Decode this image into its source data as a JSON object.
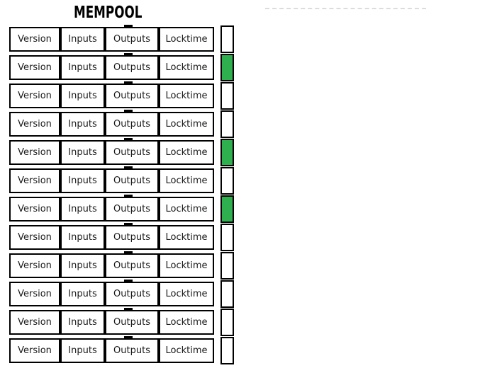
{
  "title": "MEMPOOL",
  "colors": {
    "border": "#000000",
    "text": "#1a1a1a",
    "status_green": "#2eb04e",
    "status_white": "#ffffff",
    "dashed_line": "#dcdcdc"
  },
  "mempool": {
    "field_labels": [
      "Version",
      "Inputs",
      "Outputs",
      "Locktime"
    ],
    "transactions": [
      {
        "status": "white"
      },
      {
        "status": "green"
      },
      {
        "status": "white"
      },
      {
        "status": "white"
      },
      {
        "status": "green"
      },
      {
        "status": "white"
      },
      {
        "status": "green"
      },
      {
        "status": "white"
      },
      {
        "status": "white"
      },
      {
        "status": "white"
      },
      {
        "status": "white"
      },
      {
        "status": "white"
      }
    ]
  }
}
